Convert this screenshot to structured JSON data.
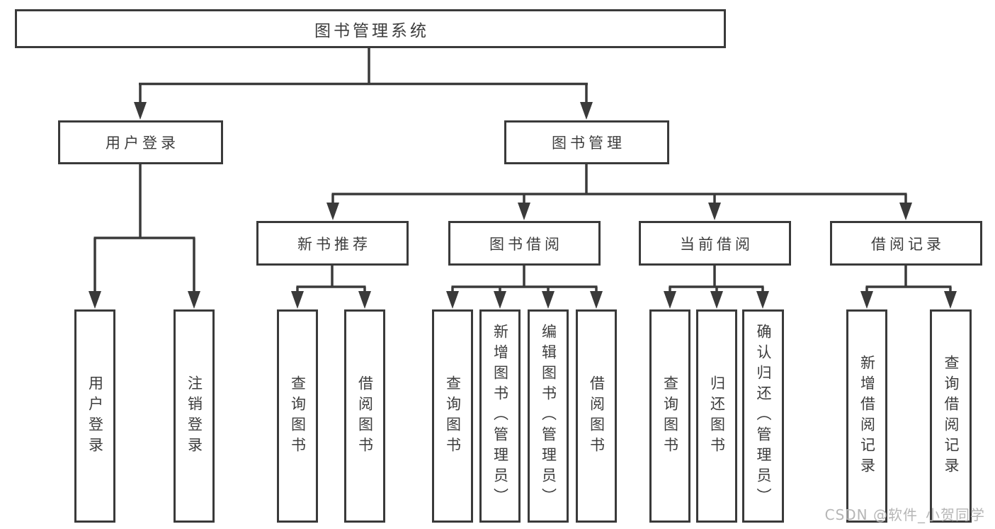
{
  "colors": {
    "line": "#3a3a3a",
    "text": "#3d3d3d",
    "background": "#ffffff",
    "watermark": "#b6b6b6"
  },
  "tree": {
    "root": {
      "label": "图书管理系统"
    },
    "level2": [
      {
        "label": "用户登录",
        "children": [
          "用户登录",
          "注销登录"
        ]
      },
      {
        "label": "图书管理",
        "sections": [
          {
            "label": "新书推荐",
            "children": [
              "查询图书",
              "借阅图书"
            ]
          },
          {
            "label": "图书借阅",
            "children": [
              "查询图书",
              "新增图书（管理员）",
              "编辑图书（管理员）",
              "借阅图书"
            ]
          },
          {
            "label": "当前借阅",
            "children": [
              "查询图书",
              "归还图书",
              "确认归还（管理员）"
            ]
          },
          {
            "label": "借阅记录",
            "children": [
              "新增借阅记录",
              "查询借阅记录"
            ]
          }
        ]
      }
    ]
  },
  "watermark": {
    "text": "CSDN @软件_小贺同学"
  }
}
